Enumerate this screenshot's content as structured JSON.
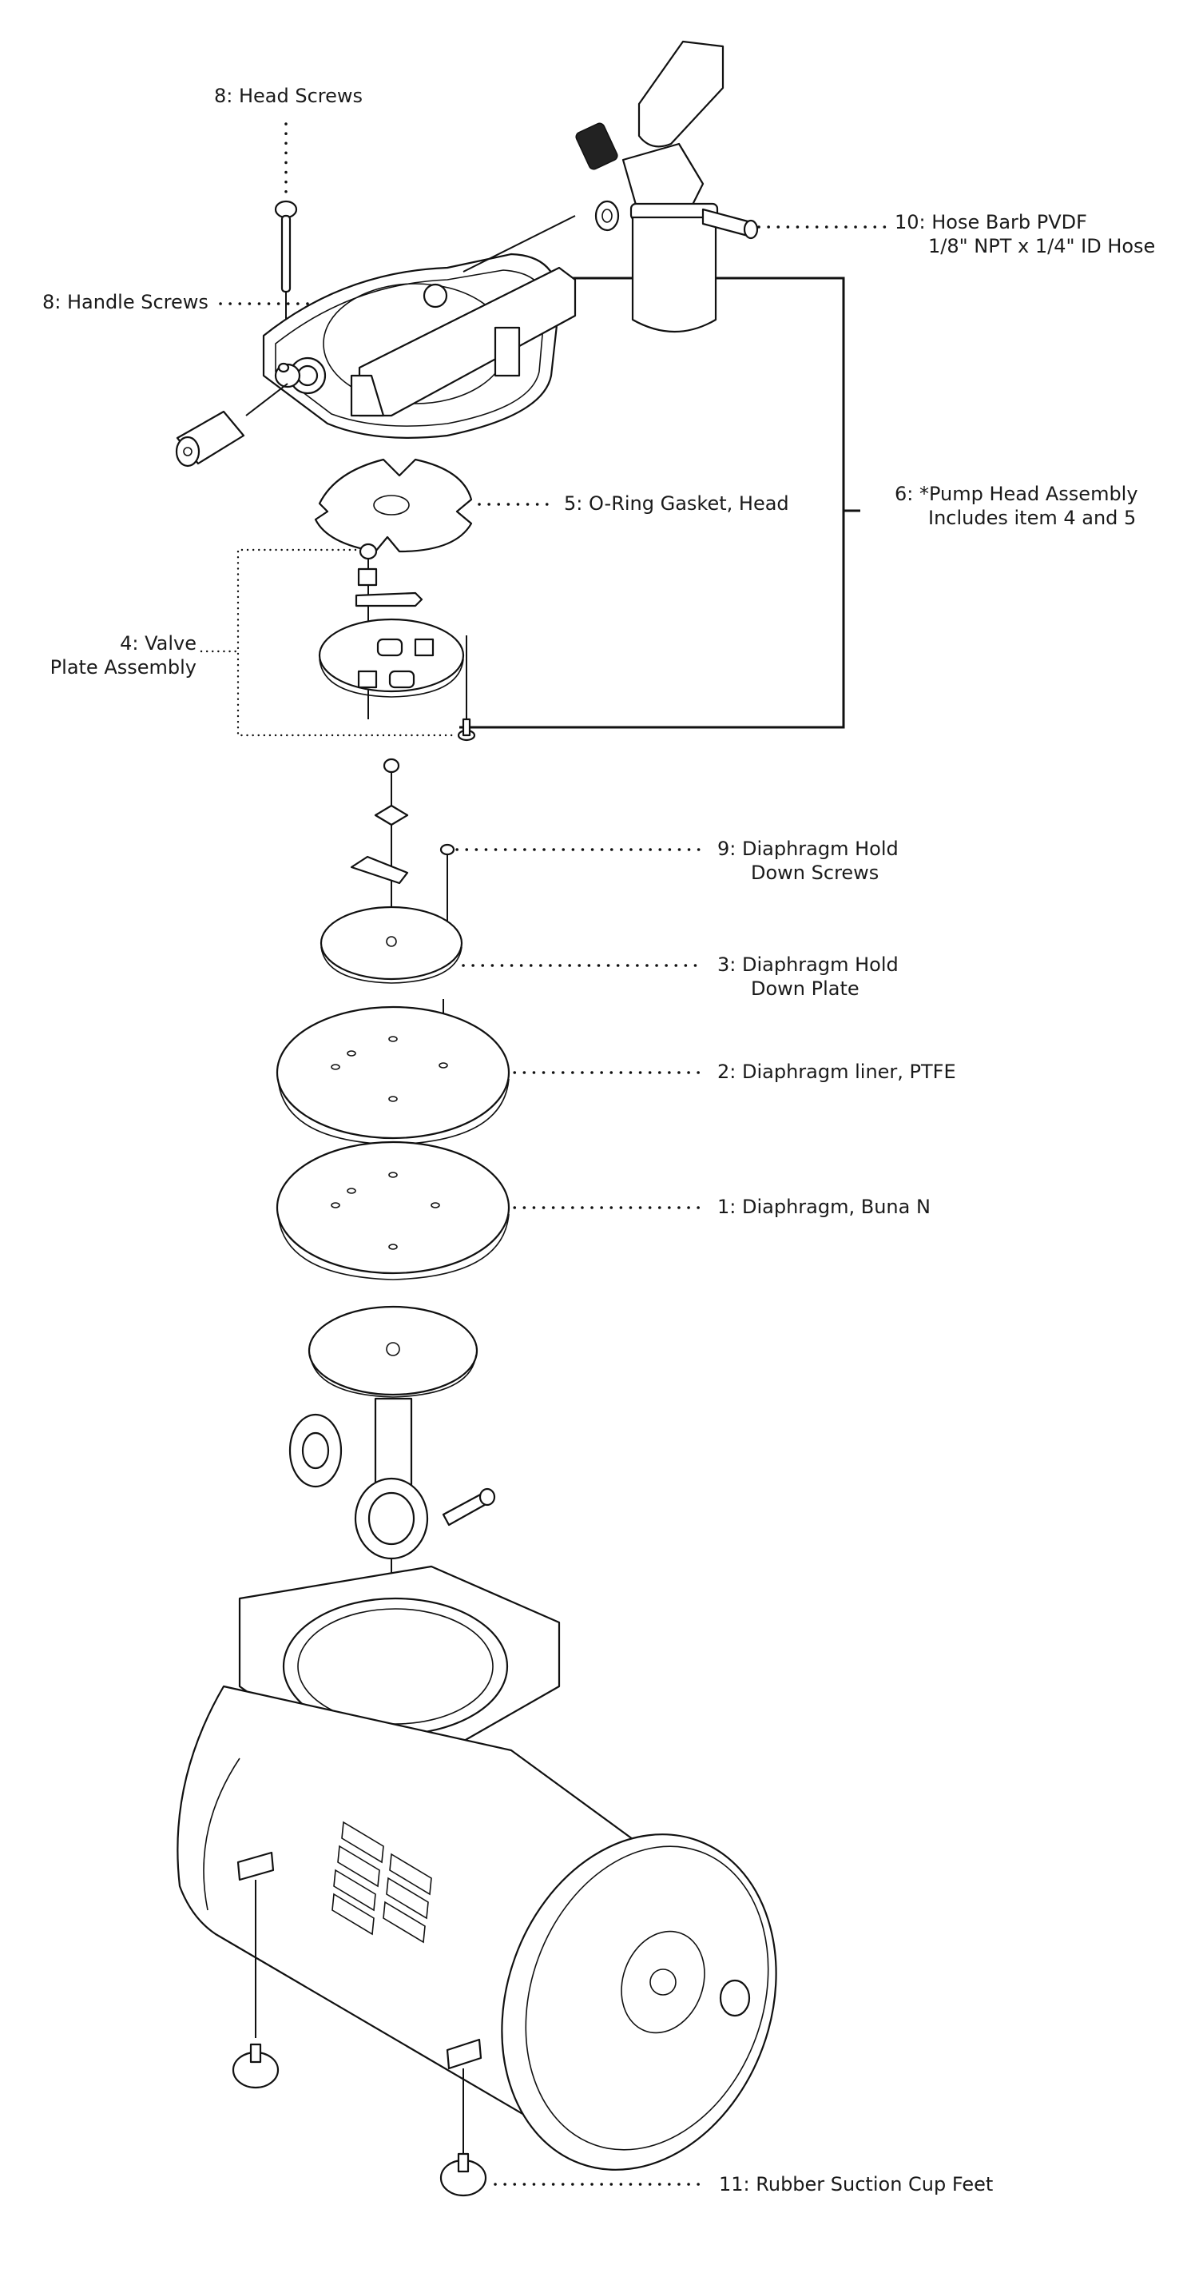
{
  "title": "Diaphragm Vacuum Pump Exploded Parts Diagram",
  "callouts": [
    {
      "id": "head-screws",
      "number": "8",
      "line1": "8: Head Screws",
      "line2": ""
    },
    {
      "id": "handle-screws",
      "number": "8",
      "line1": "8: Handle Screws",
      "line2": ""
    },
    {
      "id": "hose-barb",
      "number": "10",
      "line1": "10: Hose Barb PVDF",
      "line2": "1/8\" NPT x 1/4\" ID Hose"
    },
    {
      "id": "o-ring-gasket",
      "number": "5",
      "line1": "5: O-Ring Gasket, Head",
      "line2": ""
    },
    {
      "id": "pump-head-assembly",
      "number": "6",
      "line1": "6: *Pump Head Assembly",
      "line2": "Includes item 4 and 5"
    },
    {
      "id": "valve-plate-assembly",
      "number": "4",
      "line1": "4: Valve",
      "line2": "Plate Assembly"
    },
    {
      "id": "diaphragm-hold-down-screws",
      "number": "9",
      "line1": "9: Diaphragm Hold",
      "line2": "Down Screws"
    },
    {
      "id": "diaphragm-hold-down-plate",
      "number": "3",
      "line1": "3: Diaphragm Hold",
      "line2": "Down Plate"
    },
    {
      "id": "diaphragm-liner",
      "number": "2",
      "line1": "2: Diaphragm liner, PTFE",
      "line2": ""
    },
    {
      "id": "diaphragm",
      "number": "1",
      "line1": "1: Diaphragm, Buna N",
      "line2": ""
    },
    {
      "id": "suction-cup-feet",
      "number": "11",
      "line1": "11: Rubber Suction Cup Feet",
      "line2": ""
    }
  ]
}
